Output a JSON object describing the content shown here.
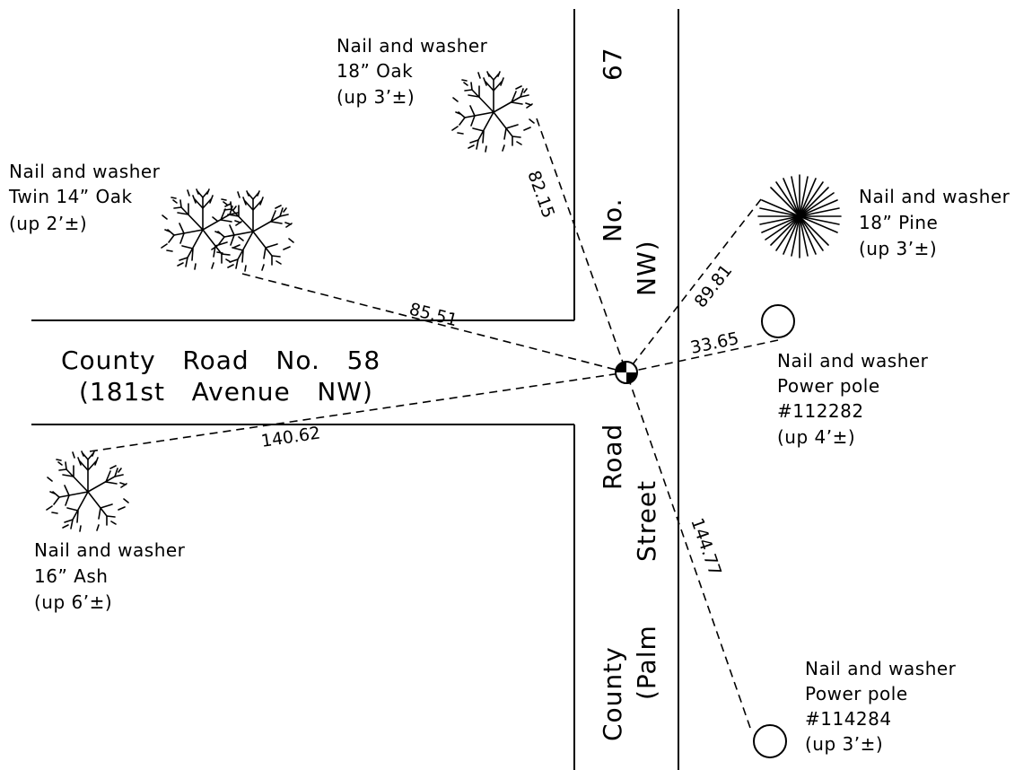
{
  "roads": {
    "horizontal_line1": "County   Road   No.   58",
    "horizontal_line2": "(181st   Avenue   NW)",
    "vertical_county_road": [
      "County",
      "Road",
      "No.",
      "67"
    ],
    "vertical_street_name": [
      "(Palm",
      "Street",
      "NW)"
    ]
  },
  "reference_ties": [
    {
      "id": "oak18",
      "lines": [
        "Nail and washer",
        "18” Oak",
        "(up 3’±)"
      ],
      "distance": "82.15",
      "icon": "deciduous-tree-icon"
    },
    {
      "id": "twin-oak",
      "lines": [
        "Nail and washer",
        "Twin 14” Oak",
        "(up 2’±)"
      ],
      "distance": "85.51",
      "icon": "twin-tree-icon"
    },
    {
      "id": "pine",
      "lines": [
        "Nail and washer",
        "18” Pine",
        "(up 3’±)"
      ],
      "distance": "89.81",
      "icon": "pine-tree-icon"
    },
    {
      "id": "pole1",
      "lines": [
        "Nail and washer",
        "Power pole",
        "#112282",
        "(up 4’±)"
      ],
      "distance": "33.65",
      "icon": "power-pole-circle-icon"
    },
    {
      "id": "ash",
      "lines": [
        "Nail and washer",
        "16” Ash",
        "(up 6’±)"
      ],
      "distance": "140.62",
      "icon": "deciduous-tree-icon"
    },
    {
      "id": "pole2",
      "lines": [
        "Nail and washer",
        "Power pole",
        "#114284",
        "(up 3’±)"
      ],
      "distance": "144.77",
      "icon": "power-pole-circle-icon"
    }
  ],
  "center_marker": {
    "icon": "survey-monument-icon"
  },
  "colors": {
    "ink": "#000000",
    "background": "#ffffff"
  }
}
